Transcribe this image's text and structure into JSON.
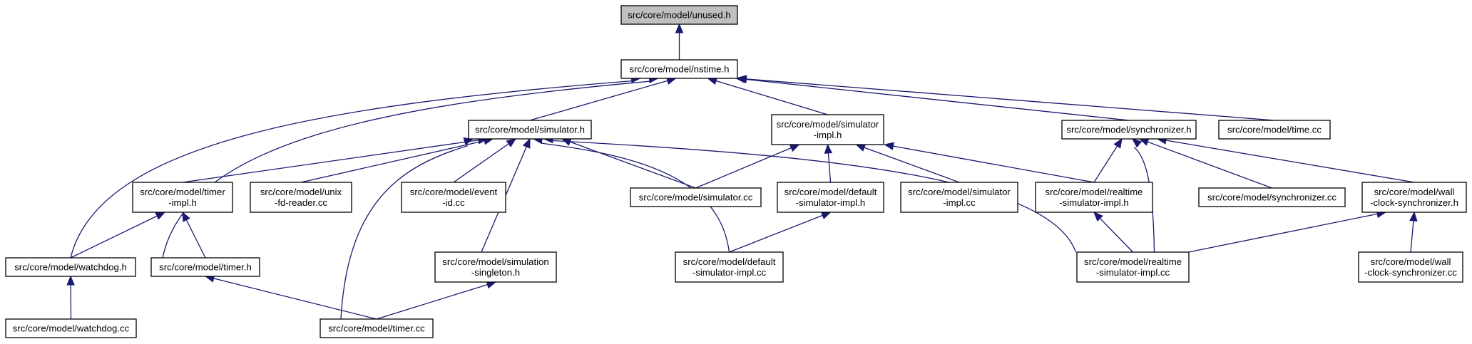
{
  "diagram": {
    "type": "include-dependency-graph",
    "colors": {
      "edge": "#191970",
      "root_fill": "#bfbfbf",
      "node_fill": "#ffffff",
      "border": "#000000"
    },
    "nodes": {
      "unused_h": {
        "lines": [
          "src/core/model/unused.h"
        ],
        "root": true
      },
      "nstime_h": {
        "lines": [
          "src/core/model/nstime.h"
        ]
      },
      "simulator_h": {
        "lines": [
          "src/core/model/simulator.h"
        ]
      },
      "simulator_impl_h": {
        "lines": [
          "src/core/model/simulator",
          "-impl.h"
        ]
      },
      "synchronizer_h": {
        "lines": [
          "src/core/model/synchronizer.h"
        ]
      },
      "time_cc": {
        "lines": [
          "src/core/model/time.cc"
        ]
      },
      "timer_impl_h": {
        "lines": [
          "src/core/model/timer",
          "-impl.h"
        ]
      },
      "unix_fd_reader_cc": {
        "lines": [
          "src/core/model/unix",
          "-fd-reader.cc"
        ]
      },
      "event_id_cc": {
        "lines": [
          "src/core/model/event",
          "-id.cc"
        ]
      },
      "simulator_cc": {
        "lines": [
          "src/core/model/simulator.cc"
        ]
      },
      "default_sim_impl_h": {
        "lines": [
          "src/core/model/default",
          "-simulator-impl.h"
        ]
      },
      "simulator_impl_cc": {
        "lines": [
          "src/core/model/simulator",
          "-impl.cc"
        ]
      },
      "realtime_sim_impl_h": {
        "lines": [
          "src/core/model/realtime",
          "-simulator-impl.h"
        ]
      },
      "synchronizer_cc": {
        "lines": [
          "src/core/model/synchronizer.cc"
        ]
      },
      "wall_clock_sync_h": {
        "lines": [
          "src/core/model/wall",
          "-clock-synchronizer.h"
        ]
      },
      "watchdog_h": {
        "lines": [
          "src/core/model/watchdog.h"
        ]
      },
      "timer_h": {
        "lines": [
          "src/core/model/timer.h"
        ]
      },
      "sim_singleton_h": {
        "lines": [
          "src/core/model/simulation",
          "-singleton.h"
        ]
      },
      "default_sim_impl_cc": {
        "lines": [
          "src/core/model/default",
          "-simulator-impl.cc"
        ]
      },
      "realtime_sim_impl_cc": {
        "lines": [
          "src/core/model/realtime",
          "-simulator-impl.cc"
        ]
      },
      "wall_clock_sync_cc": {
        "lines": [
          "src/core/model/wall",
          "-clock-synchronizer.cc"
        ]
      },
      "watchdog_cc": {
        "lines": [
          "src/core/model/watchdog.cc"
        ]
      },
      "timer_cc": {
        "lines": [
          "src/core/model/timer.cc"
        ]
      }
    },
    "edges": [
      [
        "nstime_h",
        "unused_h"
      ],
      [
        "simulator_h",
        "nstime_h"
      ],
      [
        "simulator_impl_h",
        "nstime_h"
      ],
      [
        "synchronizer_h",
        "nstime_h"
      ],
      [
        "time_cc",
        "nstime_h"
      ],
      [
        "watchdog_h",
        "nstime_h"
      ],
      [
        "timer_h",
        "nstime_h"
      ],
      [
        "timer_impl_h",
        "simulator_h"
      ],
      [
        "unix_fd_reader_cc",
        "simulator_h"
      ],
      [
        "event_id_cc",
        "simulator_h"
      ],
      [
        "simulator_cc",
        "simulator_h"
      ],
      [
        "sim_singleton_h",
        "simulator_h"
      ],
      [
        "timer_cc",
        "simulator_h"
      ],
      [
        "default_sim_impl_cc",
        "simulator_h"
      ],
      [
        "realtime_sim_impl_cc",
        "simulator_h"
      ],
      [
        "simulator_cc",
        "simulator_impl_h"
      ],
      [
        "default_sim_impl_h",
        "simulator_impl_h"
      ],
      [
        "simulator_impl_cc",
        "simulator_impl_h"
      ],
      [
        "realtime_sim_impl_h",
        "simulator_impl_h"
      ],
      [
        "realtime_sim_impl_h",
        "synchronizer_h"
      ],
      [
        "synchronizer_cc",
        "synchronizer_h"
      ],
      [
        "wall_clock_sync_h",
        "synchronizer_h"
      ],
      [
        "realtime_sim_impl_cc",
        "synchronizer_h"
      ],
      [
        "watchdog_h",
        "timer_impl_h"
      ],
      [
        "timer_h",
        "timer_impl_h"
      ],
      [
        "default_sim_impl_cc",
        "default_sim_impl_h"
      ],
      [
        "realtime_sim_impl_cc",
        "realtime_sim_impl_h"
      ],
      [
        "realtime_sim_impl_cc",
        "wall_clock_sync_h"
      ],
      [
        "wall_clock_sync_cc",
        "wall_clock_sync_h"
      ],
      [
        "watchdog_cc",
        "watchdog_h"
      ],
      [
        "timer_cc",
        "timer_h"
      ],
      [
        "timer_cc",
        "sim_singleton_h"
      ]
    ]
  }
}
